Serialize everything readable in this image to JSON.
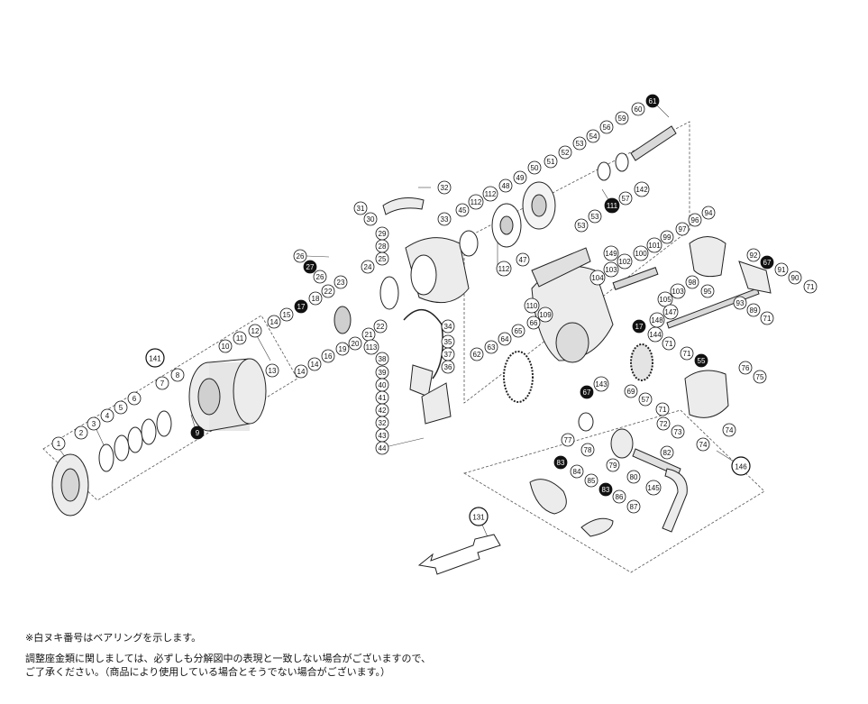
{
  "diagram": {
    "parts": [
      {
        "id": "p1",
        "label": "1"
      },
      {
        "id": "p2",
        "label": "2"
      },
      {
        "id": "p3",
        "label": "3"
      },
      {
        "id": "p4",
        "label": "4"
      },
      {
        "id": "p5",
        "label": "5"
      },
      {
        "id": "p6",
        "label": "6"
      },
      {
        "id": "p7",
        "label": "7"
      },
      {
        "id": "p8",
        "label": "8"
      },
      {
        "id": "p9",
        "label": "9",
        "bearing": true
      },
      {
        "id": "p10",
        "label": "10"
      },
      {
        "id": "p11",
        "label": "11"
      },
      {
        "id": "p12",
        "label": "12"
      },
      {
        "id": "p13",
        "label": "13"
      },
      {
        "id": "p14a",
        "label": "14"
      },
      {
        "id": "p14b",
        "label": "14"
      },
      {
        "id": "p14c",
        "label": "14"
      },
      {
        "id": "p15",
        "label": "15"
      },
      {
        "id": "p16",
        "label": "16"
      },
      {
        "id": "p17a",
        "label": "17",
        "bearing": true
      },
      {
        "id": "p18",
        "label": "18"
      },
      {
        "id": "p19",
        "label": "19"
      },
      {
        "id": "p20",
        "label": "20"
      },
      {
        "id": "p21",
        "label": "21"
      },
      {
        "id": "p22a",
        "label": "22"
      },
      {
        "id": "p22b",
        "label": "22"
      },
      {
        "id": "p23",
        "label": "23"
      },
      {
        "id": "p24",
        "label": "24"
      },
      {
        "id": "p25",
        "label": "25"
      },
      {
        "id": "p26a",
        "label": "26"
      },
      {
        "id": "p26b",
        "label": "26"
      },
      {
        "id": "p27",
        "label": "27",
        "bearing": true
      },
      {
        "id": "p28",
        "label": "28"
      },
      {
        "id": "p29",
        "label": "29"
      },
      {
        "id": "p30",
        "label": "30"
      },
      {
        "id": "p31",
        "label": "31"
      },
      {
        "id": "p32",
        "label": "32"
      },
      {
        "id": "p33",
        "label": "33"
      },
      {
        "id": "p34",
        "label": "34"
      },
      {
        "id": "p35",
        "label": "35"
      },
      {
        "id": "p36",
        "label": "36"
      },
      {
        "id": "p37",
        "label": "37"
      },
      {
        "id": "p38",
        "label": "38"
      },
      {
        "id": "p39",
        "label": "39"
      },
      {
        "id": "p40",
        "label": "40"
      },
      {
        "id": "p41",
        "label": "41"
      },
      {
        "id": "p42",
        "label": "42"
      },
      {
        "id": "p32b",
        "label": "32"
      },
      {
        "id": "p43",
        "label": "43"
      },
      {
        "id": "p44",
        "label": "44"
      },
      {
        "id": "p45",
        "label": "45"
      },
      {
        "id": "p47",
        "label": "47"
      },
      {
        "id": "p48",
        "label": "48"
      },
      {
        "id": "p49",
        "label": "49"
      },
      {
        "id": "p50",
        "label": "50"
      },
      {
        "id": "p51",
        "label": "51"
      },
      {
        "id": "p52",
        "label": "52"
      },
      {
        "id": "p53a",
        "label": "53"
      },
      {
        "id": "p53b",
        "label": "53"
      },
      {
        "id": "p53c",
        "label": "53"
      },
      {
        "id": "p54",
        "label": "54"
      },
      {
        "id": "p55",
        "label": "55",
        "bearing": true
      },
      {
        "id": "p56",
        "label": "56"
      },
      {
        "id": "p57a",
        "label": "57"
      },
      {
        "id": "p57b",
        "label": "57"
      },
      {
        "id": "p59",
        "label": "59"
      },
      {
        "id": "p60",
        "label": "60"
      },
      {
        "id": "p61",
        "label": "61",
        "bearing": true
      },
      {
        "id": "p62",
        "label": "62"
      },
      {
        "id": "p63",
        "label": "63"
      },
      {
        "id": "p64",
        "label": "64"
      },
      {
        "id": "p65",
        "label": "65"
      },
      {
        "id": "p66",
        "label": "66"
      },
      {
        "id": "p67a",
        "label": "67",
        "bearing": true
      },
      {
        "id": "p67b",
        "label": "67",
        "bearing": true
      },
      {
        "id": "p69",
        "label": "69"
      },
      {
        "id": "p71a",
        "label": "71"
      },
      {
        "id": "p71b",
        "label": "71"
      },
      {
        "id": "p71c",
        "label": "71"
      },
      {
        "id": "p71d",
        "label": "71"
      },
      {
        "id": "p71e",
        "label": "71"
      },
      {
        "id": "p72",
        "label": "72"
      },
      {
        "id": "p73",
        "label": "73"
      },
      {
        "id": "p74a",
        "label": "74"
      },
      {
        "id": "p74b",
        "label": "74"
      },
      {
        "id": "p75",
        "label": "75"
      },
      {
        "id": "p76",
        "label": "76"
      },
      {
        "id": "p77",
        "label": "77"
      },
      {
        "id": "p78",
        "label": "78"
      },
      {
        "id": "p79",
        "label": "79"
      },
      {
        "id": "p80",
        "label": "80"
      },
      {
        "id": "p82",
        "label": "82"
      },
      {
        "id": "p83a",
        "label": "83",
        "bearing": true
      },
      {
        "id": "p83b",
        "label": "83",
        "bearing": true
      },
      {
        "id": "p84",
        "label": "84"
      },
      {
        "id": "p85",
        "label": "85"
      },
      {
        "id": "p86",
        "label": "86"
      },
      {
        "id": "p87",
        "label": "87"
      },
      {
        "id": "p89",
        "label": "89"
      },
      {
        "id": "p90",
        "label": "90"
      },
      {
        "id": "p91",
        "label": "91"
      },
      {
        "id": "p92",
        "label": "92"
      },
      {
        "id": "p93",
        "label": "93"
      },
      {
        "id": "p94",
        "label": "94"
      },
      {
        "id": "p95",
        "label": "95"
      },
      {
        "id": "p96",
        "label": "96"
      },
      {
        "id": "p97",
        "label": "97"
      },
      {
        "id": "p98",
        "label": "98"
      },
      {
        "id": "p99",
        "label": "99"
      },
      {
        "id": "p100",
        "label": "100"
      },
      {
        "id": "p101",
        "label": "101"
      },
      {
        "id": "p102",
        "label": "102"
      },
      {
        "id": "p103a",
        "label": "103"
      },
      {
        "id": "p103b",
        "label": "103"
      },
      {
        "id": "p104",
        "label": "104"
      },
      {
        "id": "p105",
        "label": "105"
      },
      {
        "id": "p109",
        "label": "109"
      },
      {
        "id": "p110",
        "label": "110"
      },
      {
        "id": "p111",
        "label": "111",
        "bearing": true
      },
      {
        "id": "p112a",
        "label": "112"
      },
      {
        "id": "p112b",
        "label": "112"
      },
      {
        "id": "p112c",
        "label": "112"
      },
      {
        "id": "p113",
        "label": "113"
      },
      {
        "id": "p142",
        "label": "142"
      },
      {
        "id": "p143",
        "label": "143"
      },
      {
        "id": "p144",
        "label": "144"
      },
      {
        "id": "p145",
        "label": "145"
      },
      {
        "id": "p147",
        "label": "147"
      },
      {
        "id": "p148",
        "label": "148"
      },
      {
        "id": "p149",
        "label": "149"
      },
      {
        "id": "p17b",
        "label": "17",
        "bearing": true
      }
    ],
    "assemblies": [
      {
        "id": "a141",
        "label": "141"
      },
      {
        "id": "a146",
        "label": "146"
      },
      {
        "id": "a131",
        "label": "131"
      }
    ]
  },
  "notes": {
    "line1": "※白ヌキ番号はベアリングを示します。",
    "line2": "調整座金類に関しましては、必ずしも分解図中の表現と一致しない場合がございますので、",
    "line3": "ご了承ください。（商品により使用している場合とそうでない場合がございます。）"
  }
}
